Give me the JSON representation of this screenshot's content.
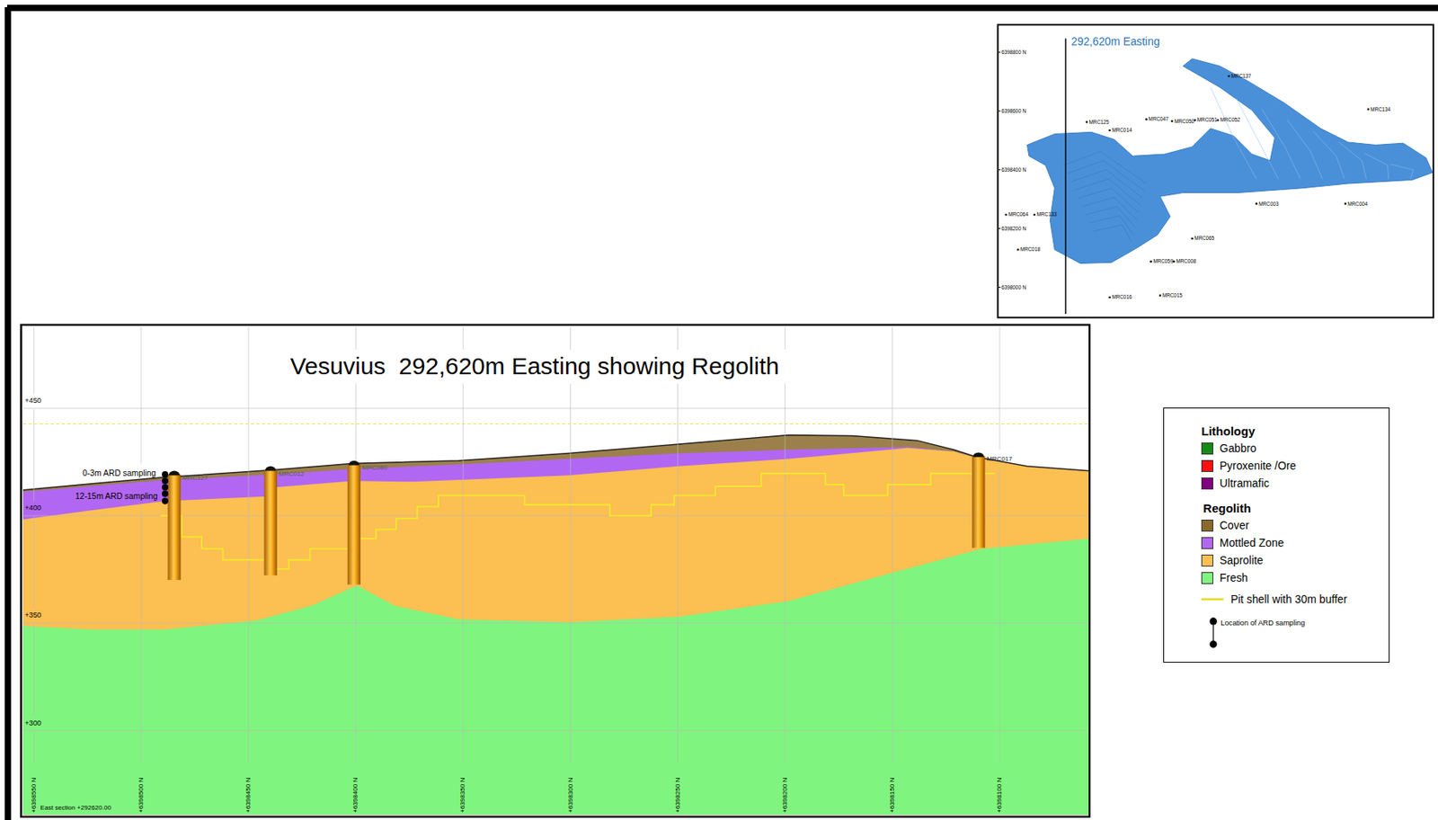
{
  "diagram": {
    "title": "Vesuvius  292,620m Easting showing Regolith",
    "labels": [
      "292,620m Easting",
      "6398800 N",
      "6398600 N",
      "6398400 N",
      "6398200 N",
      "6398000 N",
      "MRC137",
      "MRC134",
      "MRC125",
      "MRC014",
      "MRC047",
      "MRC050",
      "MRC051",
      "MRC052",
      "MRC064",
      "MRC133",
      "MRC018",
      "MRC016",
      "MRC015",
      "MRC003",
      "MRC004",
      "MRC065",
      "MRC059",
      "MRC008",
      "+450",
      "+400",
      "+350",
      "+300",
      "+6398550 N",
      "+6398500 N",
      "+6398450 N",
      "+6398400 N",
      "+6398350 N",
      "+6398300 N",
      "+6398250 N",
      "+6398200 N",
      "+6398150 N",
      "+6398100 N",
      "East section +292620.00",
      "0-3m ARD sampling",
      "12-15m ARD sampling",
      "MRC127",
      "MRC012",
      "MRC080",
      "MRC017",
      "Lithology",
      "Regolith"
    ],
    "legend": [
      {
        "text": "Gabbro",
        "color": "#158a15"
      },
      {
        "text": "Pyroxenite /Ore",
        "color": "#ff1010"
      },
      {
        "text": "Ultramafic",
        "color": "#800080"
      },
      {
        "text": "Cover",
        "color": "#8b6a2b"
      },
      {
        "text": "Mottled Zone",
        "color": "#b267f2"
      },
      {
        "text": "Saprolite",
        "color": "#fbbf52"
      },
      {
        "text": "Fresh",
        "color": "#7ff57f"
      },
      {
        "text": "Pit shell with 30m buffer"
      },
      {
        "text": "Location of ARD sampling"
      }
    ]
  }
}
